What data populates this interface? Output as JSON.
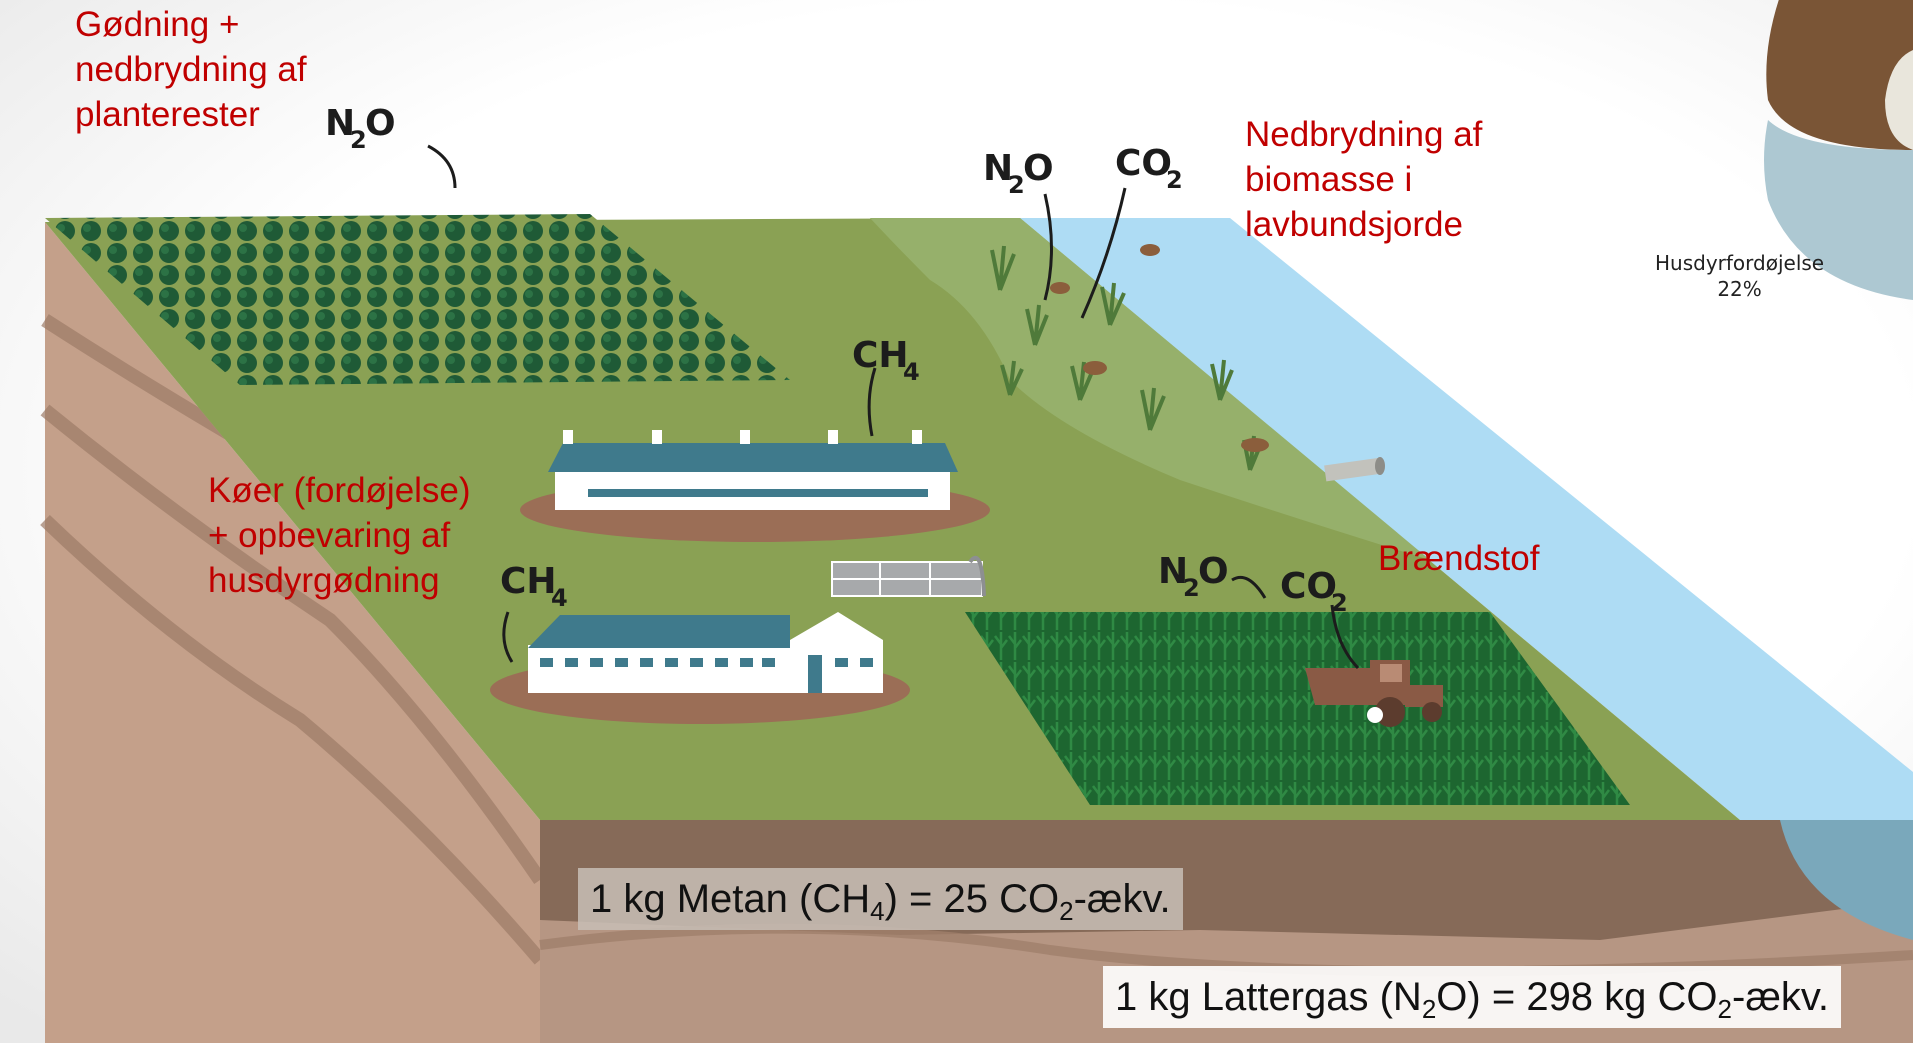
{
  "labels": {
    "fertilizer": [
      "Gødning +",
      "nedbrydning af",
      "planterester"
    ],
    "biomass": [
      "Nedbrydning af",
      "biomasse i",
      "lavbundsjorde"
    ],
    "cows": [
      "Køer (fordøjelse)",
      "+ opbevaring af",
      "husdyrgødning"
    ],
    "fuel": "Brændstof"
  },
  "gases": {
    "n2o": {
      "main": "N",
      "sub": "2",
      "tail": "O"
    },
    "co2": {
      "main": "CO",
      "sub": "2"
    },
    "ch4": {
      "main": "CH",
      "sub": "4"
    }
  },
  "equations": {
    "methane": {
      "pre": "1 kg Metan (CH",
      "sub1": "4",
      "mid": ") = 25 CO",
      "sub2": "2",
      "post": "-ækv."
    },
    "nitrous": {
      "pre": "1 kg Lattergas (N",
      "sub1": "2",
      "mid": "O) = 298 kg CO",
      "sub2": "2",
      "post": "-ækv."
    }
  },
  "pie": {
    "label": "Husdyrfordøjelse",
    "percent": "22%",
    "colors": {
      "brown": "#7a5536",
      "blue": "#adc8d2",
      "cream": "#e9e6dc"
    }
  },
  "colors": {
    "grass": "#8aa154",
    "soil_top": "#866a58",
    "soil_side": "#c4a08a",
    "water": "#aedcf4",
    "roof": "#3f7a8c",
    "label_red": "#c00000"
  }
}
